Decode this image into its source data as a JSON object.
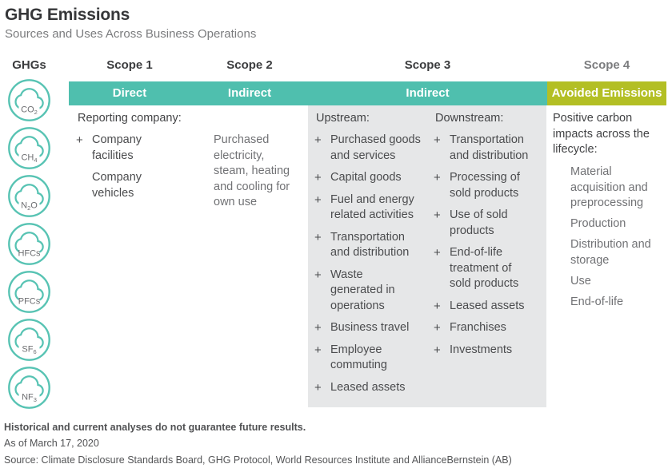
{
  "header": {
    "title": "GHG Emissions",
    "subtitle": "Sources and Uses Across Business Operations"
  },
  "colors": {
    "teal": "#4fbfae",
    "green": "#b3bf24",
    "panel_gray": "#e6e7e8",
    "icon_teal": "#57c3b3",
    "formula_gray": "#6d6e71"
  },
  "ghg_column": {
    "label": "GHGs",
    "gases": [
      {
        "name": "carbon-dioxide",
        "parts": [
          {
            "t": "CO"
          },
          {
            "t": "2",
            "sub": true
          }
        ]
      },
      {
        "name": "methane",
        "parts": [
          {
            "t": "CH"
          },
          {
            "t": "4",
            "sub": true
          }
        ]
      },
      {
        "name": "nitrous-oxide",
        "parts": [
          {
            "t": "N"
          },
          {
            "t": "2",
            "sub": true
          },
          {
            "t": "O"
          }
        ]
      },
      {
        "name": "hydrofluorocarbons",
        "parts": [
          {
            "t": "HFCs"
          }
        ]
      },
      {
        "name": "perfluorocarbons",
        "parts": [
          {
            "t": "PFCs"
          }
        ]
      },
      {
        "name": "sulfur-hexafluoride",
        "parts": [
          {
            "t": "SF"
          },
          {
            "t": "6",
            "sub": true
          }
        ]
      },
      {
        "name": "nitrogen-trifluoride",
        "parts": [
          {
            "t": "NF"
          },
          {
            "t": "3",
            "sub": true
          }
        ]
      }
    ]
  },
  "scopes": {
    "scope1": {
      "label": "Scope 1",
      "band": "Direct",
      "intro": "Reporting company:",
      "items": [
        {
          "text": "Company\nfacilities",
          "plus": true
        },
        {
          "text": "Company\nvehicles",
          "plus": false
        }
      ]
    },
    "scope2": {
      "label": "Scope 2",
      "band": "Indirect",
      "text": "Purchased\nelectricity,\nsteam, heating\nand cooling for\nown use"
    },
    "scope3": {
      "label": "Scope 3",
      "band": "Indirect",
      "upstream_label": "Upstream:",
      "upstream_items": [
        "Purchased goods\nand services",
        "Capital goods",
        "Fuel and energy\nrelated activities",
        "Transportation\nand distribution",
        "Waste\ngenerated in\noperations",
        "Business travel",
        "Employee\ncommuting",
        "Leased assets"
      ],
      "downstream_label": "Downstream:",
      "downstream_items": [
        "Transportation\nand distribution",
        "Processing of\nsold products",
        "Use of sold\nproducts",
        "End-of-life\ntreatment of\nsold products",
        "Leased assets",
        "Franchises",
        "Investments"
      ]
    },
    "scope4": {
      "label": "Scope 4",
      "band": "Avoided Emissions",
      "intro": "Positive carbon\nimpacts across the\nlifecycle:",
      "items": [
        "Material\nacquisition and\npreprocessing",
        "Production",
        "Distribution and\nstorage",
        "Use",
        "End-of-life"
      ]
    }
  },
  "footnotes": {
    "disclaimer": "Historical and current analyses do not guarantee future results.",
    "as_of": "As of March 17, 2020",
    "source": "Source: Climate Disclosure Standards Board, GHG Protocol, World Resources Institute and AllianceBernstein (AB)"
  }
}
